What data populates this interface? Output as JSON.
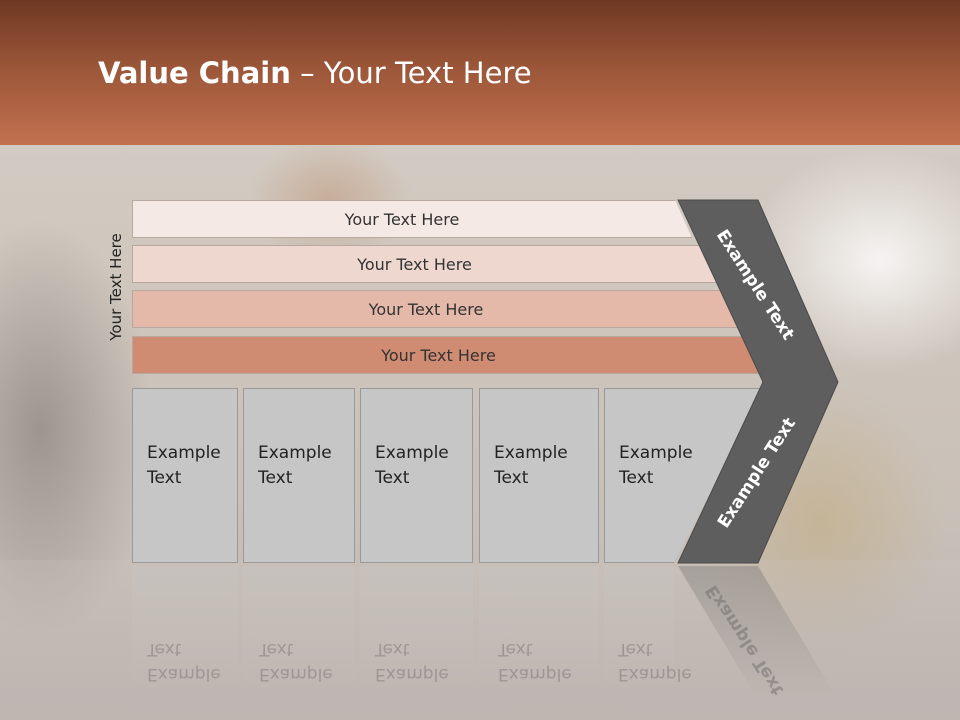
{
  "slide": {
    "title_bold": "Value Chain",
    "title_rest": " – Your Text Here",
    "side_label": "Your Text Here",
    "bars": [
      "Your Text Here",
      "Your Text Here",
      "Your Text Here",
      "Your Text Here"
    ],
    "boxes": [
      {
        "line1": "Example",
        "line2": "Text"
      },
      {
        "line1": "Example",
        "line2": "Text"
      },
      {
        "line1": "Example",
        "line2": "Text"
      },
      {
        "line1": "Example",
        "line2": "Text"
      },
      {
        "line1": "Example",
        "line2": "Text"
      }
    ],
    "chevron_top_label": "Example Text",
    "chevron_bottom_label": "Example Text"
  },
  "colors": {
    "header_top": "#6e3822",
    "header_bottom": "#c2714f",
    "bar1": "#f5e9e6",
    "bar2": "#eed7cf",
    "bar3": "#e4b9a9",
    "bar4": "#cf8c72",
    "box": "#c6c6c6",
    "chevron": "#5e5e5e"
  }
}
